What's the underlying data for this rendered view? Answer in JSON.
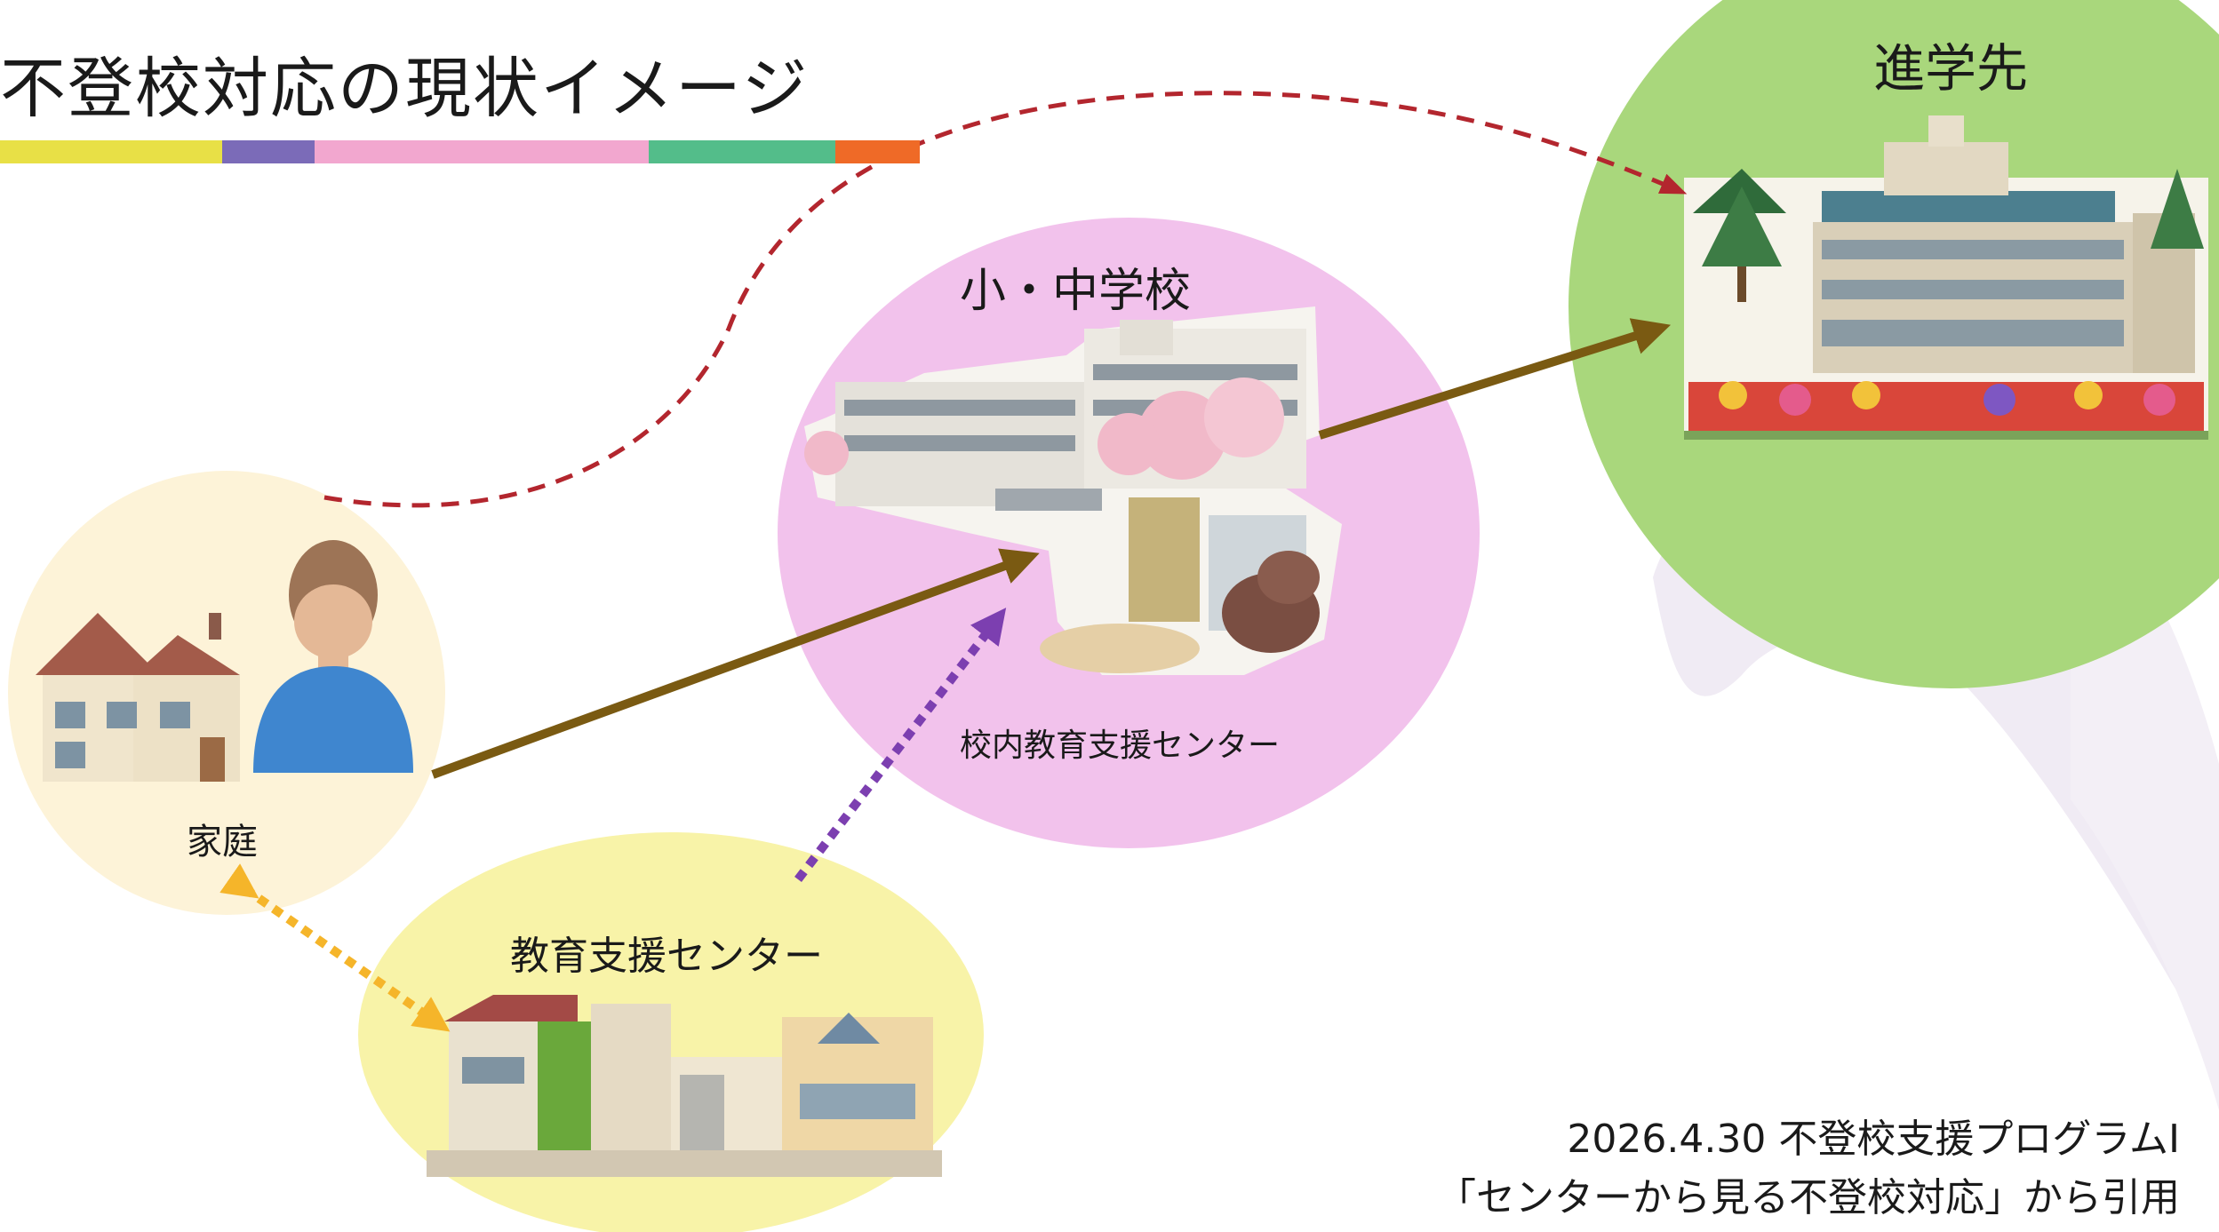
{
  "title": "不登校対応の現状イメージ",
  "title_bar_colors": [
    "#e8e046",
    "#7b6bb8",
    "#f2a7cf",
    "#53bd8a",
    "#ef6a27"
  ],
  "nodes": {
    "home": {
      "label": "家庭",
      "color": "#fdf3d8"
    },
    "school": {
      "label": "小・中学校",
      "sublabel": "校内教育支援センター",
      "color": "#f2c2ec"
    },
    "center": {
      "label": "教育支援センター",
      "color": "#f8f3a8"
    },
    "destination": {
      "label": "進学先",
      "color": "#a9d77c"
    }
  },
  "arrows": {
    "main_color": "#7a5a12",
    "dashed_color": "#b3262e",
    "dotted_purple": "#7c3fb0",
    "dotted_orange": "#f5b52a"
  },
  "caption": {
    "line1": "2026.4.30 不登校支援プログラムⅠ",
    "line2": "「センターから見る不登校対応」から引用"
  }
}
